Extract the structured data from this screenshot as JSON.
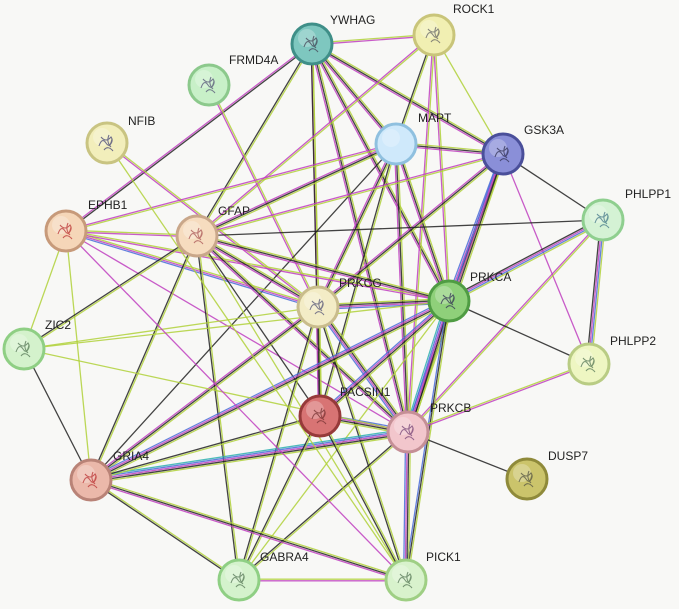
{
  "network": {
    "nodes": [
      {
        "id": "YWHAG",
        "label": "YWHAG",
        "fill": "#7ec7bf",
        "ring": "#3f8f88",
        "glyph": "#445"
      },
      {
        "id": "ROCK1",
        "label": "ROCK1",
        "fill": "#f1efb2",
        "ring": "#c9c57a",
        "glyph": "#666"
      },
      {
        "id": "FRMD4A",
        "label": "FRMD4A",
        "fill": "#c8f0c8",
        "ring": "#8cc98c",
        "glyph": "#557"
      },
      {
        "id": "NFIB",
        "label": "NFIB",
        "fill": "#f2eebb",
        "ring": "#c9c482",
        "glyph": "#447"
      },
      {
        "id": "MAPT",
        "label": "MAPT",
        "fill": "#cfe9fb",
        "ring": "#8fc0df",
        "glyph": null
      },
      {
        "id": "GSK3A",
        "label": "GSK3A",
        "fill": "#8a8fd8",
        "ring": "#4a4f9a",
        "glyph": "#335"
      },
      {
        "id": "PHLPP1",
        "label": "PHLPP1",
        "fill": "#d4f2d4",
        "ring": "#8fcf8f",
        "glyph": "#478"
      },
      {
        "id": "EPHB1",
        "label": "EPHB1",
        "fill": "#f5d6b8",
        "ring": "#c79a7a",
        "glyph": "#b33"
      },
      {
        "id": "GFAP",
        "label": "GFAP",
        "fill": "#f6dcbf",
        "ring": "#c9a78a",
        "glyph": "#a55"
      },
      {
        "id": "PRKCG",
        "label": "PRKCG",
        "fill": "#f3ecc6",
        "ring": "#c9bc8c",
        "glyph": "#557"
      },
      {
        "id": "PRKCA",
        "label": "PRKCA",
        "fill": "#8fd07a",
        "ring": "#4f9c43",
        "glyph": "#335"
      },
      {
        "id": "ZIC2",
        "label": "ZIC2",
        "fill": "#d4f2cc",
        "ring": "#8fcf84",
        "glyph": "#575"
      },
      {
        "id": "PHLPP2",
        "label": "PHLPP2",
        "fill": "#eef6c2",
        "ring": "#b9cc84",
        "glyph": "#575"
      },
      {
        "id": "PACSIN1",
        "label": "PACSIN1",
        "fill": "#d87474",
        "ring": "#963a3a",
        "glyph": "#733"
      },
      {
        "id": "PRKCB",
        "label": "PRKCB",
        "fill": "#f2c6cc",
        "ring": "#c58f96",
        "glyph": "#747"
      },
      {
        "id": "DUSP7",
        "label": "DUSP7",
        "fill": "#cbc46b",
        "ring": "#8f8a3a",
        "glyph": "#554"
      },
      {
        "id": "GRIA4",
        "label": "GRIA4",
        "fill": "#ebb8aa",
        "ring": "#b98377",
        "glyph": "#b33"
      },
      {
        "id": "GABRA4",
        "label": "GABRA4",
        "fill": "#d4f2cc",
        "ring": "#8fcf84",
        "glyph": "#575"
      },
      {
        "id": "PICK1",
        "label": "PICK1",
        "fill": "#d8f2cc",
        "ring": "#9fcf84",
        "glyph": "#575"
      }
    ],
    "edges": [
      {
        "a": "YWHAG",
        "b": "MAPT",
        "c": [
          "#b0d13a",
          "#222",
          "#c040c0"
        ]
      },
      {
        "a": "YWHAG",
        "b": "GSK3A",
        "c": [
          "#b0d13a",
          "#222",
          "#c040c0"
        ]
      },
      {
        "a": "YWHAG",
        "b": "ROCK1",
        "c": [
          "#b0d13a",
          "#c040c0"
        ]
      },
      {
        "a": "YWHAG",
        "b": "PRKCA",
        "c": [
          "#b0d13a",
          "#222",
          "#c040c0"
        ]
      },
      {
        "a": "YWHAG",
        "b": "PRKCB",
        "c": [
          "#b0d13a",
          "#222",
          "#c040c0"
        ]
      },
      {
        "a": "YWHAG",
        "b": "PRKCG",
        "c": [
          "#b0d13a",
          "#c040c0"
        ]
      },
      {
        "a": "YWHAG",
        "b": "GFAP",
        "c": [
          "#b0d13a",
          "#222"
        ]
      },
      {
        "a": "YWHAG",
        "b": "EPHB1",
        "c": [
          "#222",
          "#c040c0"
        ]
      },
      {
        "a": "YWHAG",
        "b": "PACSIN1",
        "c": [
          "#b0d13a",
          "#222"
        ]
      },
      {
        "a": "ROCK1",
        "b": "MAPT",
        "c": [
          "#b0d13a",
          "#222"
        ]
      },
      {
        "a": "ROCK1",
        "b": "PRKCA",
        "c": [
          "#b0d13a",
          "#c040c0"
        ]
      },
      {
        "a": "ROCK1",
        "b": "PRKCB",
        "c": [
          "#b0d13a",
          "#c040c0"
        ]
      },
      {
        "a": "ROCK1",
        "b": "GSK3A",
        "c": [
          "#b0d13a"
        ]
      },
      {
        "a": "ROCK1",
        "b": "GFAP",
        "c": [
          "#b0d13a",
          "#c040c0"
        ]
      },
      {
        "a": "FRMD4A",
        "b": "PRKCG",
        "c": [
          "#b0d13a",
          "#c040c0"
        ]
      },
      {
        "a": "NFIB",
        "b": "PRKCG",
        "c": [
          "#b0d13a",
          "#c040c0"
        ]
      },
      {
        "a": "MAPT",
        "b": "GSK3A",
        "c": [
          "#b0d13a",
          "#222",
          "#c040c0"
        ]
      },
      {
        "a": "MAPT",
        "b": "PRKCA",
        "c": [
          "#b0d13a",
          "#222",
          "#c040c0"
        ]
      },
      {
        "a": "MAPT",
        "b": "PRKCB",
        "c": [
          "#b0d13a",
          "#222",
          "#c040c0"
        ]
      },
      {
        "a": "MAPT",
        "b": "PRKCG",
        "c": [
          "#b0d13a",
          "#222",
          "#c040c0"
        ]
      },
      {
        "a": "MAPT",
        "b": "GFAP",
        "c": [
          "#b0d13a",
          "#222",
          "#c040c0"
        ]
      },
      {
        "a": "MAPT",
        "b": "GRIA4",
        "c": [
          "#222"
        ]
      },
      {
        "a": "MAPT",
        "b": "PACSIN1",
        "c": [
          "#b0d13a",
          "#222"
        ]
      },
      {
        "a": "MAPT",
        "b": "EPHB1",
        "c": [
          "#b0d13a",
          "#c040c0"
        ]
      },
      {
        "a": "GSK3A",
        "b": "PRKCA",
        "c": [
          "#b0d13a",
          "#222",
          "#c040c0",
          "#4a6bd8"
        ]
      },
      {
        "a": "GSK3A",
        "b": "PRKCB",
        "c": [
          "#b0d13a",
          "#222",
          "#c040c0",
          "#4a6bd8"
        ]
      },
      {
        "a": "GSK3A",
        "b": "PHLPP1",
        "c": [
          "#222"
        ]
      },
      {
        "a": "GSK3A",
        "b": "PHLPP2",
        "c": [
          "#c040c0"
        ]
      },
      {
        "a": "GSK3A",
        "b": "GFAP",
        "c": [
          "#b0d13a",
          "#c040c0"
        ]
      },
      {
        "a": "GSK3A",
        "b": "PRKCG",
        "c": [
          "#b0d13a",
          "#222",
          "#c040c0"
        ]
      },
      {
        "a": "PHLPP1",
        "b": "PRKCA",
        "c": [
          "#b0d13a",
          "#4a6bd8",
          "#c040c0",
          "#222"
        ]
      },
      {
        "a": "PHLPP1",
        "b": "PRKCB",
        "c": [
          "#b0d13a",
          "#c040c0"
        ]
      },
      {
        "a": "PHLPP1",
        "b": "PHLPP2",
        "c": [
          "#b0d13a",
          "#4a6bd8",
          "#c040c0",
          "#222"
        ]
      },
      {
        "a": "PHLPP1",
        "b": "GFAP",
        "c": [
          "#222"
        ]
      },
      {
        "a": "EPHB1",
        "b": "GFAP",
        "c": [
          "#b0d13a",
          "#c040c0"
        ]
      },
      {
        "a": "EPHB1",
        "b": "PRKCG",
        "c": [
          "#b0d13a",
          "#c040c0",
          "#4a6bd8"
        ]
      },
      {
        "a": "EPHB1",
        "b": "PRKCA",
        "c": [
          "#b0d13a",
          "#c040c0"
        ]
      },
      {
        "a": "EPHB1",
        "b": "PRKCB",
        "c": [
          "#c040c0"
        ]
      },
      {
        "a": "EPHB1",
        "b": "ZIC2",
        "c": [
          "#b0d13a"
        ]
      },
      {
        "a": "EPHB1",
        "b": "GRIA4",
        "c": [
          "#b0d13a"
        ]
      },
      {
        "a": "GFAP",
        "b": "PRKCG",
        "c": [
          "#b0d13a",
          "#222",
          "#c040c0"
        ]
      },
      {
        "a": "GFAP",
        "b": "PRKCA",
        "c": [
          "#b0d13a",
          "#222",
          "#c040c0"
        ]
      },
      {
        "a": "GFAP",
        "b": "PRKCB",
        "c": [
          "#b0d13a",
          "#222",
          "#c040c0"
        ]
      },
      {
        "a": "GFAP",
        "b": "ZIC2",
        "c": [
          "#b0d13a",
          "#222"
        ]
      },
      {
        "a": "GFAP",
        "b": "GRIA4",
        "c": [
          "#b0d13a",
          "#222"
        ]
      },
      {
        "a": "GFAP",
        "b": "GABRA4",
        "c": [
          "#b0d13a",
          "#222"
        ]
      },
      {
        "a": "GFAP",
        "b": "PICK1",
        "c": [
          "#b0d13a"
        ]
      },
      {
        "a": "GFAP",
        "b": "PACSIN1",
        "c": [
          "#222"
        ]
      },
      {
        "a": "PRKCG",
        "b": "PRKCA",
        "c": [
          "#b0d13a",
          "#222",
          "#c040c0",
          "#4a6bd8"
        ]
      },
      {
        "a": "PRKCG",
        "b": "PRKCB",
        "c": [
          "#b0d13a",
          "#222",
          "#c040c0",
          "#4a6bd8"
        ]
      },
      {
        "a": "PRKCG",
        "b": "GRIA4",
        "c": [
          "#b0d13a",
          "#222",
          "#c040c0"
        ]
      },
      {
        "a": "PRKCG",
        "b": "GABRA4",
        "c": [
          "#b0d13a",
          "#222"
        ]
      },
      {
        "a": "PRKCG",
        "b": "PICK1",
        "c": [
          "#b0d13a",
          "#222"
        ]
      },
      {
        "a": "PRKCG",
        "b": "PACSIN1",
        "c": [
          "#b0d13a",
          "#222",
          "#c040c0"
        ]
      },
      {
        "a": "PRKCG",
        "b": "ZIC2",
        "c": [
          "#b0d13a"
        ]
      },
      {
        "a": "PRKCA",
        "b": "PRKCB",
        "c": [
          "#b0d13a",
          "#222",
          "#c040c0",
          "#4a6bd8",
          "#2fb0b0"
        ]
      },
      {
        "a": "PRKCA",
        "b": "PACSIN1",
        "c": [
          "#b0d13a",
          "#222",
          "#c040c0",
          "#4a6bd8"
        ]
      },
      {
        "a": "PRKCA",
        "b": "GRIA4",
        "c": [
          "#b0d13a",
          "#222",
          "#c040c0",
          "#4a6bd8"
        ]
      },
      {
        "a": "PRKCA",
        "b": "PICK1",
        "c": [
          "#b0d13a",
          "#222",
          "#4a6bd8"
        ]
      },
      {
        "a": "PRKCA",
        "b": "PHLPP2",
        "c": [
          "#222"
        ]
      },
      {
        "a": "PRKCA",
        "b": "ZIC2",
        "c": [
          "#b0d13a"
        ]
      },
      {
        "a": "PRKCA",
        "b": "GABRA4",
        "c": [
          "#b0d13a"
        ]
      },
      {
        "a": "PRKCB",
        "b": "PHLPP2",
        "c": [
          "#b0d13a",
          "#c040c0"
        ]
      },
      {
        "a": "PRKCB",
        "b": "DUSP7",
        "c": [
          "#222"
        ]
      },
      {
        "a": "PRKCB",
        "b": "PACSIN1",
        "c": [
          "#b0d13a",
          "#222",
          "#c040c0",
          "#4a6bd8"
        ]
      },
      {
        "a": "PRKCB",
        "b": "GRIA4",
        "c": [
          "#b0d13a",
          "#222",
          "#c040c0",
          "#4a6bd8",
          "#2fb0b0"
        ]
      },
      {
        "a": "PRKCB",
        "b": "PICK1",
        "c": [
          "#b0d13a",
          "#222",
          "#c040c0",
          "#4a6bd8"
        ]
      },
      {
        "a": "PRKCB",
        "b": "GABRA4",
        "c": [
          "#b0d13a",
          "#222"
        ]
      },
      {
        "a": "PACSIN1",
        "b": "GRIA4",
        "c": [
          "#b0d13a",
          "#222"
        ]
      },
      {
        "a": "PACSIN1",
        "b": "GABRA4",
        "c": [
          "#b0d13a",
          "#222"
        ]
      },
      {
        "a": "PACSIN1",
        "b": "PICK1",
        "c": [
          "#b0d13a",
          "#222"
        ]
      },
      {
        "a": "ZIC2",
        "b": "GRIA4",
        "c": [
          "#222"
        ]
      },
      {
        "a": "ZIC2",
        "b": "PRKCB",
        "c": [
          "#b0d13a"
        ]
      },
      {
        "a": "GRIA4",
        "b": "GABRA4",
        "c": [
          "#b0d13a",
          "#222"
        ]
      },
      {
        "a": "GRIA4",
        "b": "PICK1",
        "c": [
          "#b0d13a",
          "#222",
          "#c040c0"
        ]
      },
      {
        "a": "GABRA4",
        "b": "PICK1",
        "c": [
          "#b0d13a",
          "#c040c0"
        ]
      },
      {
        "a": "EPHB1",
        "b": "PICK1",
        "c": [
          "#c040c0"
        ]
      },
      {
        "a": "NFIB",
        "b": "PICK1",
        "c": [
          "#b0d13a"
        ]
      }
    ]
  }
}
